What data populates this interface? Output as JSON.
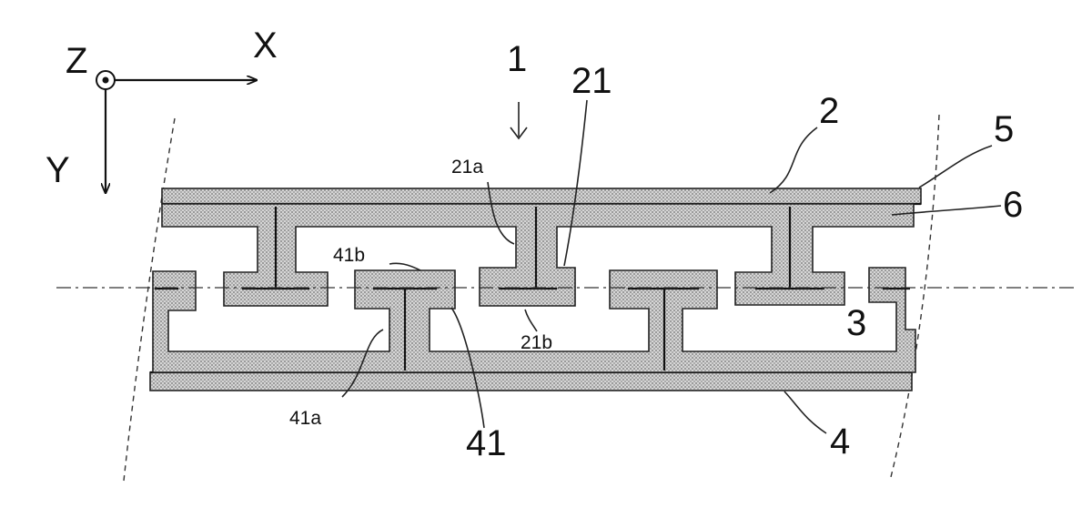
{
  "axes": {
    "x_label": "X",
    "y_label": "Y",
    "z_label": "Z"
  },
  "reference_labels": {
    "ref_1": "1",
    "ref_2": "2",
    "ref_3": "3",
    "ref_4": "4",
    "ref_5": "5",
    "ref_6": "6",
    "ref_21": "21",
    "ref_21a": "21a",
    "ref_21b": "21b",
    "ref_41": "41",
    "ref_41a": "41a",
    "ref_41b": "41b"
  }
}
